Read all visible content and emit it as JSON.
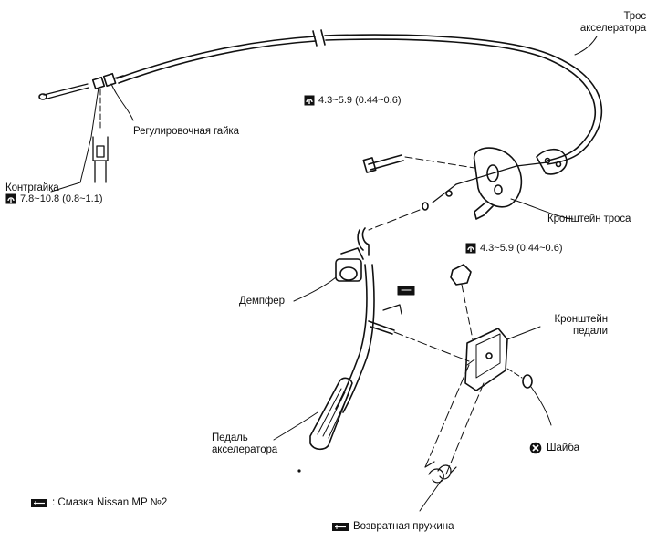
{
  "labels": {
    "cable": "Трос\nакселератора",
    "adjusting_nut": "Регулировочная гайка",
    "locknut": "Контргайка",
    "locknut_torque": "7.8~10.8  (0.8~1.1)",
    "cable_bracket_torque": "4.3~5.9  (0.44~0.6)",
    "cable_bracket": "Кронштейн троса",
    "pedal_bracket_torque": "4.3~5.9  (0.44~0.6)",
    "damper": "Демпфер",
    "pedal_bracket": "Кронштейн\nпедали",
    "accelerator_pedal": "Педаль\nакселератора",
    "washer": "Шайба",
    "return_spring": "Возвратная пружина",
    "legend_grease": ":  Смазка Nissan MP №2"
  }
}
